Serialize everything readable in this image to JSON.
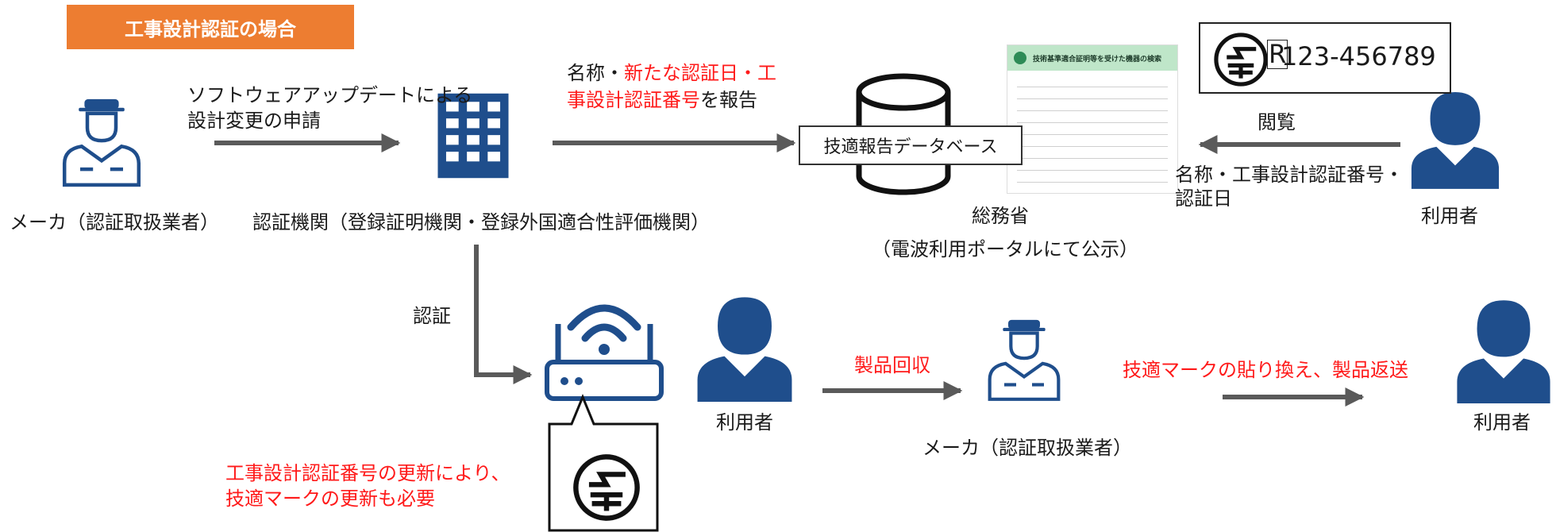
{
  "title": "工事設計認証の場合",
  "labels": {
    "maker_top": "メーカ（認証取扱業者）",
    "cert_body": "認証機関（登録証明機関・登録外国適合性評価機関）",
    "mic": "総務省",
    "mic_note": "（電波利用ポータルにて公示）",
    "user_top": "利用者",
    "user_mid": "利用者",
    "maker_bottom": "メーカ（認証取扱業者）",
    "user_bottom": "利用者"
  },
  "arrows": {
    "software_update_line1": "ソフトウェアアップデートによる",
    "software_update_line2": "設計変更の申請",
    "report_name": "名称・",
    "report_new_red": "新たな認証日・工",
    "report_line2_red": "事設計認証番号",
    "report_line2_black": "を報告",
    "view": "閲覧",
    "user_info_line1": "名称・工事設計認証番号・",
    "user_info_line2": "認証日",
    "certify": "認証",
    "recall": "製品回収",
    "relabel": "技適マークの貼り換え、製品返送"
  },
  "database_label": "技適報告データベース",
  "cert_number": "123-456789",
  "cert_prefix": "R",
  "website_header": "技術基準適合証明等を受けた機器の検索",
  "note_line1": "工事設計認証番号の更新により、",
  "note_line2": "技適マークの更新も必要",
  "colors": {
    "banner": "#ed7d31",
    "icon_blue": "#1f4e8c",
    "arrow_gray": "#5a5a5a",
    "red_text": "#ff1a1a",
    "website_header": "#bfe6c9"
  },
  "icons": [
    "worker-icon",
    "building-icon",
    "database-icon",
    "user-icon",
    "router-icon",
    "giteki-mark-icon"
  ]
}
